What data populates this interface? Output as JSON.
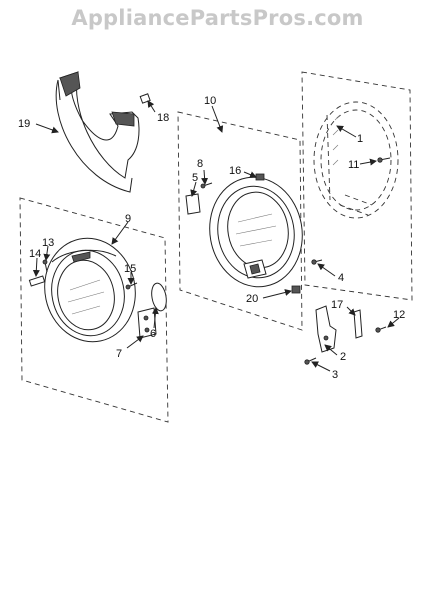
{
  "watermark": "AppliancePartsPros.com",
  "callouts": {
    "c1": "1",
    "c2": "2",
    "c3": "3",
    "c4": "4",
    "c5": "5",
    "c6": "6",
    "c7": "7",
    "c8": "8",
    "c9": "9",
    "c10": "10",
    "c11": "11",
    "c12": "12",
    "c13": "13",
    "c14": "14",
    "c15": "15",
    "c16": "16",
    "c17": "17",
    "c18": "18",
    "c19": "19",
    "c20": "20"
  }
}
